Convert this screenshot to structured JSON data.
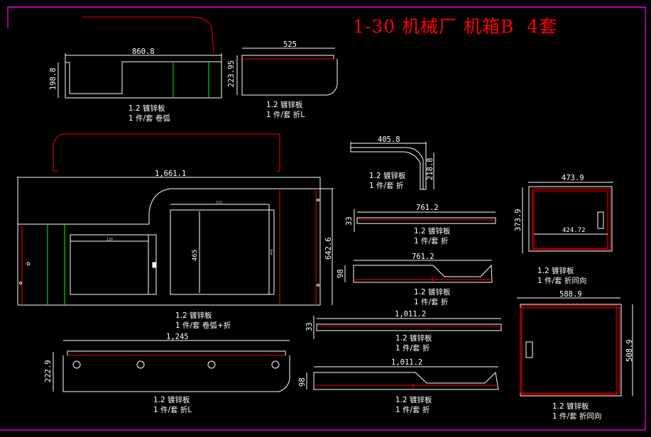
{
  "drawing": {
    "title": "1-30 机械厂 机箱B  4套",
    "frame_color": "#ff00ff",
    "colors": {
      "outline": "#ffffff",
      "bend_line": "#ff0000",
      "arc_line": "#00ff00",
      "background": "#000000"
    }
  },
  "parts": [
    {
      "id": "part-1",
      "material": "1.2 镀锌板",
      "qty_process": "1 件/套 卷弧",
      "dims": {
        "width": "860.8",
        "height": "198.8"
      }
    },
    {
      "id": "part-2",
      "material": "1.2 镀锌板",
      "qty_process": "1 件/套 折L",
      "dims": {
        "width": "525",
        "height": "223.95"
      }
    },
    {
      "id": "part-3",
      "material": "1.2 镀锌板",
      "qty_process": "1 件/套 卷弧+折",
      "dims": {
        "width": "1,661.1",
        "height": "642.6",
        "inner_height": "465",
        "inner_small_width": "130",
        "inner_large_width": "515",
        "inner_large_height": "448"
      }
    },
    {
      "id": "part-4",
      "material": "1.2 镀锌板",
      "qty_process": "1 件/套 折",
      "dims": {
        "width": "405.8",
        "height": "218.8"
      }
    },
    {
      "id": "part-5",
      "material": "1.2 镀锌板",
      "qty_process": "1 件/套 折",
      "dims": {
        "width": "761.2",
        "height": "33"
      }
    },
    {
      "id": "part-6",
      "material": "1.2 镀锌板",
      "qty_process": "1 件/套 折",
      "dims": {
        "width": "761.2",
        "height": "98"
      }
    },
    {
      "id": "part-7",
      "material": "1.2 镀锌板",
      "qty_process": "1 件/套 折同向",
      "dims": {
        "width": "473.9",
        "height": "373.9",
        "inner_width": "424.72"
      }
    },
    {
      "id": "part-8",
      "material": "1.2 镀锌板",
      "qty_process": "1 件/套 折",
      "dims": {
        "width": "1,011.2",
        "height": "33"
      }
    },
    {
      "id": "part-9",
      "material": "1.2 镀锌板",
      "qty_process": "1 件/套 折L",
      "dims": {
        "width": "1,245",
        "height": "222.9"
      }
    },
    {
      "id": "part-10",
      "material": "1.2 镀锌板",
      "qty_process": "1 件/套 折",
      "dims": {
        "width": "1,011.2",
        "height": "98"
      }
    },
    {
      "id": "part-11",
      "material": "1.2 镀锌板",
      "qty_process": "1 件/套 折同向",
      "dims": {
        "width": "588.9",
        "height": "508.9"
      }
    }
  ]
}
